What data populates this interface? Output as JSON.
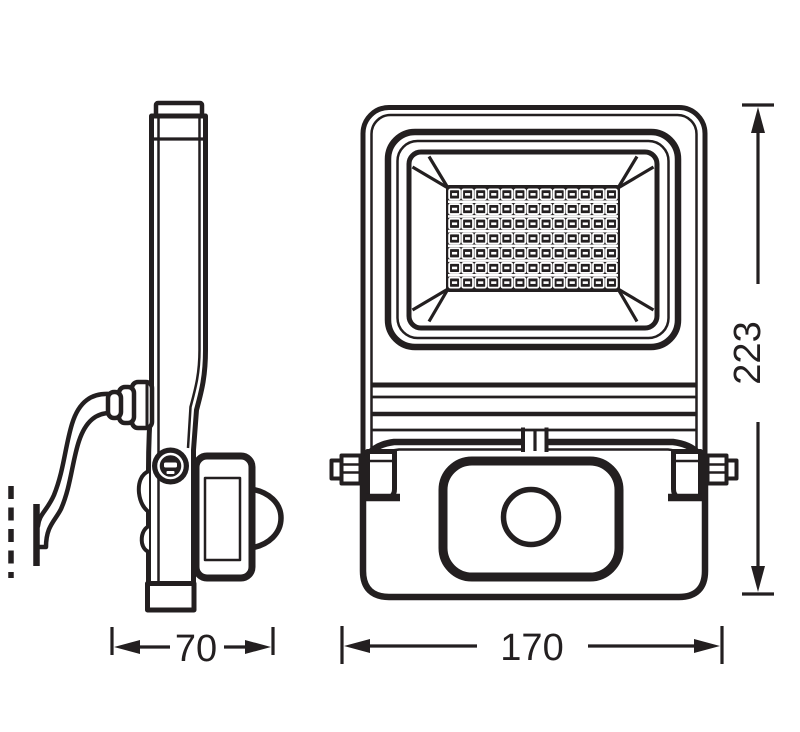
{
  "drawing": {
    "alt": "LED floodlight with motion sensor - technical dimension drawing, side view and front view",
    "dimensions": {
      "depth": "70",
      "width": "170",
      "height": "223"
    },
    "led_grid": {
      "rows": 7,
      "cols": 13
    },
    "colors": {
      "ink": "#231f20",
      "paper": "#ffffff"
    }
  }
}
